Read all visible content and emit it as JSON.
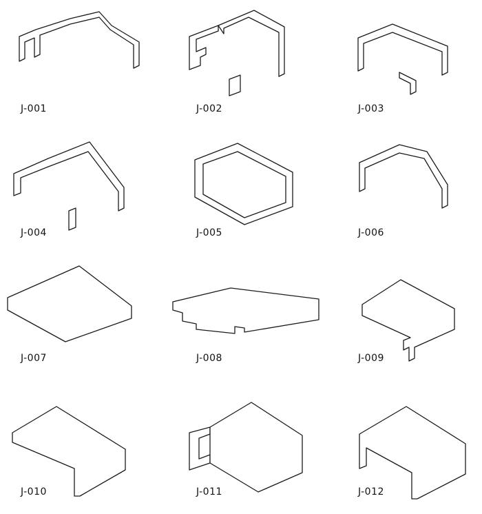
{
  "catalog": {
    "items": [
      {
        "code": "J-001",
        "icon": "arched-bellows-cover-icon"
      },
      {
        "code": "J-002",
        "icon": "c-channel-bellows-cover-icon"
      },
      {
        "code": "J-003",
        "icon": "flat-top-bellows-cover-icon"
      },
      {
        "code": "J-004",
        "icon": "roof-bellows-cover-icon"
      },
      {
        "code": "J-005",
        "icon": "closed-frame-bellows-cover-icon"
      },
      {
        "code": "J-006",
        "icon": "stepped-roof-bellows-cover-icon"
      },
      {
        "code": "J-007",
        "icon": "flat-pleated-bellows-icon"
      },
      {
        "code": "J-008",
        "icon": "low-profile-bellows-cover-icon"
      },
      {
        "code": "J-009",
        "icon": "hooked-flat-bellows-cover-icon"
      },
      {
        "code": "J-010",
        "icon": "l-shaped-bellows-cover-icon"
      },
      {
        "code": "J-011",
        "icon": "c-frame-bellows-cover-icon"
      },
      {
        "code": "J-012",
        "icon": "box-bellows-cover-icon"
      }
    ]
  }
}
